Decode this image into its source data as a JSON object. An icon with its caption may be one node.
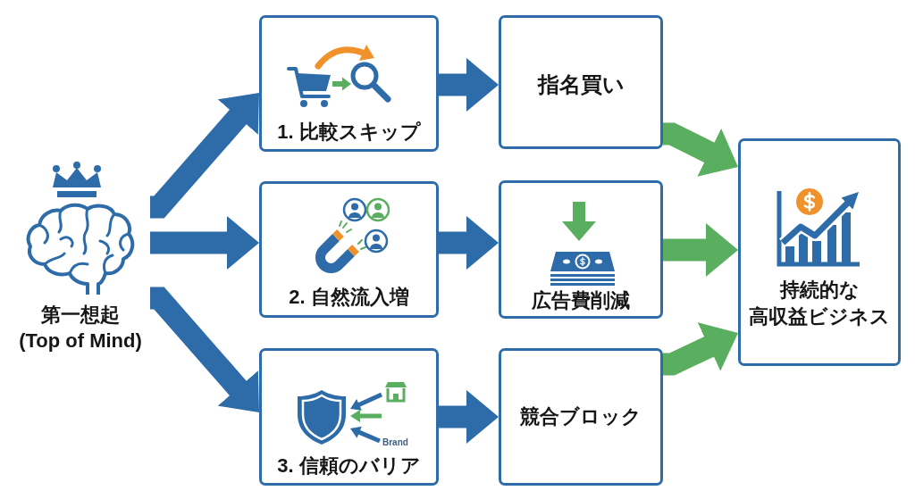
{
  "diagram": {
    "nodes": [
      {
        "text": [
          "第一想起 (Top of Mind)"
        ]
      },
      {
        "text": [
          "1. 比較スキップ"
        ]
      },
      {
        "text": [
          "2. 自然流入増"
        ]
      },
      {
        "text": [
          "3. 信頼のバリア"
        ]
      },
      {
        "text": [
          "指名買い"
        ]
      },
      {
        "text": [
          "広告費削減"
        ]
      },
      {
        "text": [
          "競合ブロック"
        ]
      },
      {
        "text": [
          "持続的な高収益ビジネス"
        ]
      }
    ],
    "edges": [
      {
        "from": 0,
        "to": 1,
        "arrow": "to"
      },
      {
        "from": 0,
        "to": 2,
        "arrow": "to"
      },
      {
        "from": 0,
        "to": 3,
        "arrow": "to"
      },
      {
        "from": 1,
        "to": 4,
        "arrow": "to"
      },
      {
        "from": 2,
        "to": 5,
        "arrow": "to"
      },
      {
        "from": 3,
        "to": 6,
        "arrow": "to"
      },
      {
        "from": 4,
        "to": 7,
        "arrow": "to",
        "color": "#5aae5f"
      },
      {
        "from": 5,
        "to": 7,
        "arrow": "to",
        "color": "#5aae5f"
      },
      {
        "from": 6,
        "to": 7,
        "arrow": "to",
        "color": "#5aae5f"
      }
    ],
    "labels": [
      "Brand"
    ]
  }
}
